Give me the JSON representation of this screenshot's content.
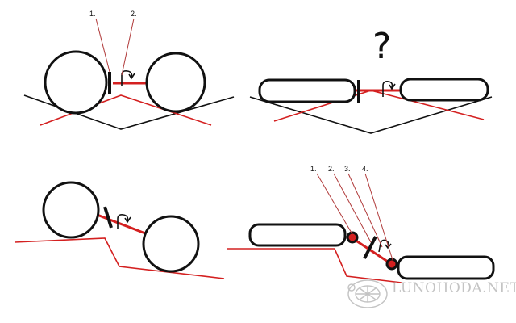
{
  "labels": {
    "panel1": {
      "l1": "1.",
      "l2": "2."
    },
    "panel2": {
      "question": "?"
    },
    "panel4": {
      "l1": "1.",
      "l2": "2.",
      "l3": "3.",
      "l4": "4."
    }
  },
  "watermark": {
    "text": "LUNOHODA.NET"
  },
  "colors": {
    "ink": "#111111",
    "red": "#d42020",
    "leader": "#b03a3a",
    "watermark": "#c4c4c4"
  },
  "icons": {
    "rotation": "rotation-arrow-icon",
    "watermark_logo": "tortoise-logo-icon"
  }
}
